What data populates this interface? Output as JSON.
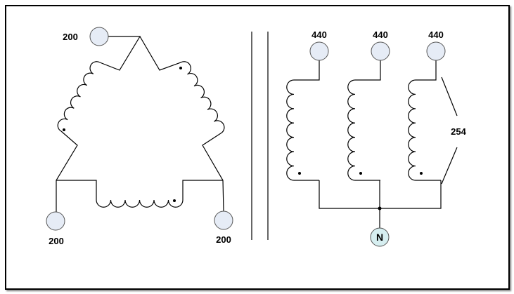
{
  "primary": {
    "connection": "delta",
    "terminals": [
      {
        "label": "200"
      },
      {
        "label": "200"
      },
      {
        "label": "200"
      }
    ]
  },
  "secondary": {
    "connection": "wye",
    "terminals": [
      {
        "label": "440"
      },
      {
        "label": "440"
      },
      {
        "label": "440"
      }
    ],
    "neutral_label": "N",
    "phase_voltage_label": "254"
  },
  "colors": {
    "terminal_fill": "#e6ecf6",
    "neutral_fill": "#d6eef0"
  }
}
